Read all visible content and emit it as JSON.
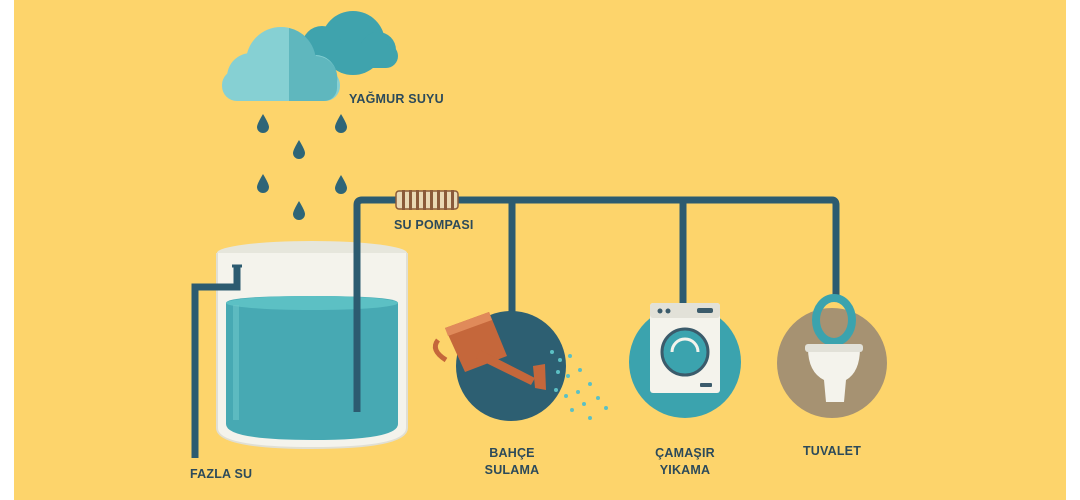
{
  "labels": {
    "rain_water": "YAĞMUR SUYU",
    "water_pump": "SU POMPASI",
    "overflow": "FAZLA SU",
    "garden": {
      "line1": "BAHÇE",
      "line2": "SULAMA"
    },
    "laundry": {
      "line1": "ÇAMAŞIR",
      "line2": "YIKAMA"
    },
    "toilet": "TUVALET"
  },
  "colors": {
    "background": "#fdd46b",
    "pipe": "#2c5b70",
    "water": "#47a9b3",
    "water_light": "#5cc0c4",
    "cloud_light": "#86d0d3",
    "cloud_dark": "#3fa3ad",
    "drop": "#2e6577",
    "tank_glass": "#f4f3ec",
    "garden_circle": "#2d5f72",
    "laundry_circle": "#3ba3ae",
    "toilet_circle": "#a69272",
    "watering_can": "#c5673b",
    "label_text": "#2c4a5a"
  },
  "icons": [
    "cloud-icon",
    "raindrop-icon",
    "water-pump-icon",
    "watering-can-icon",
    "washing-machine-icon",
    "toilet-icon"
  ]
}
